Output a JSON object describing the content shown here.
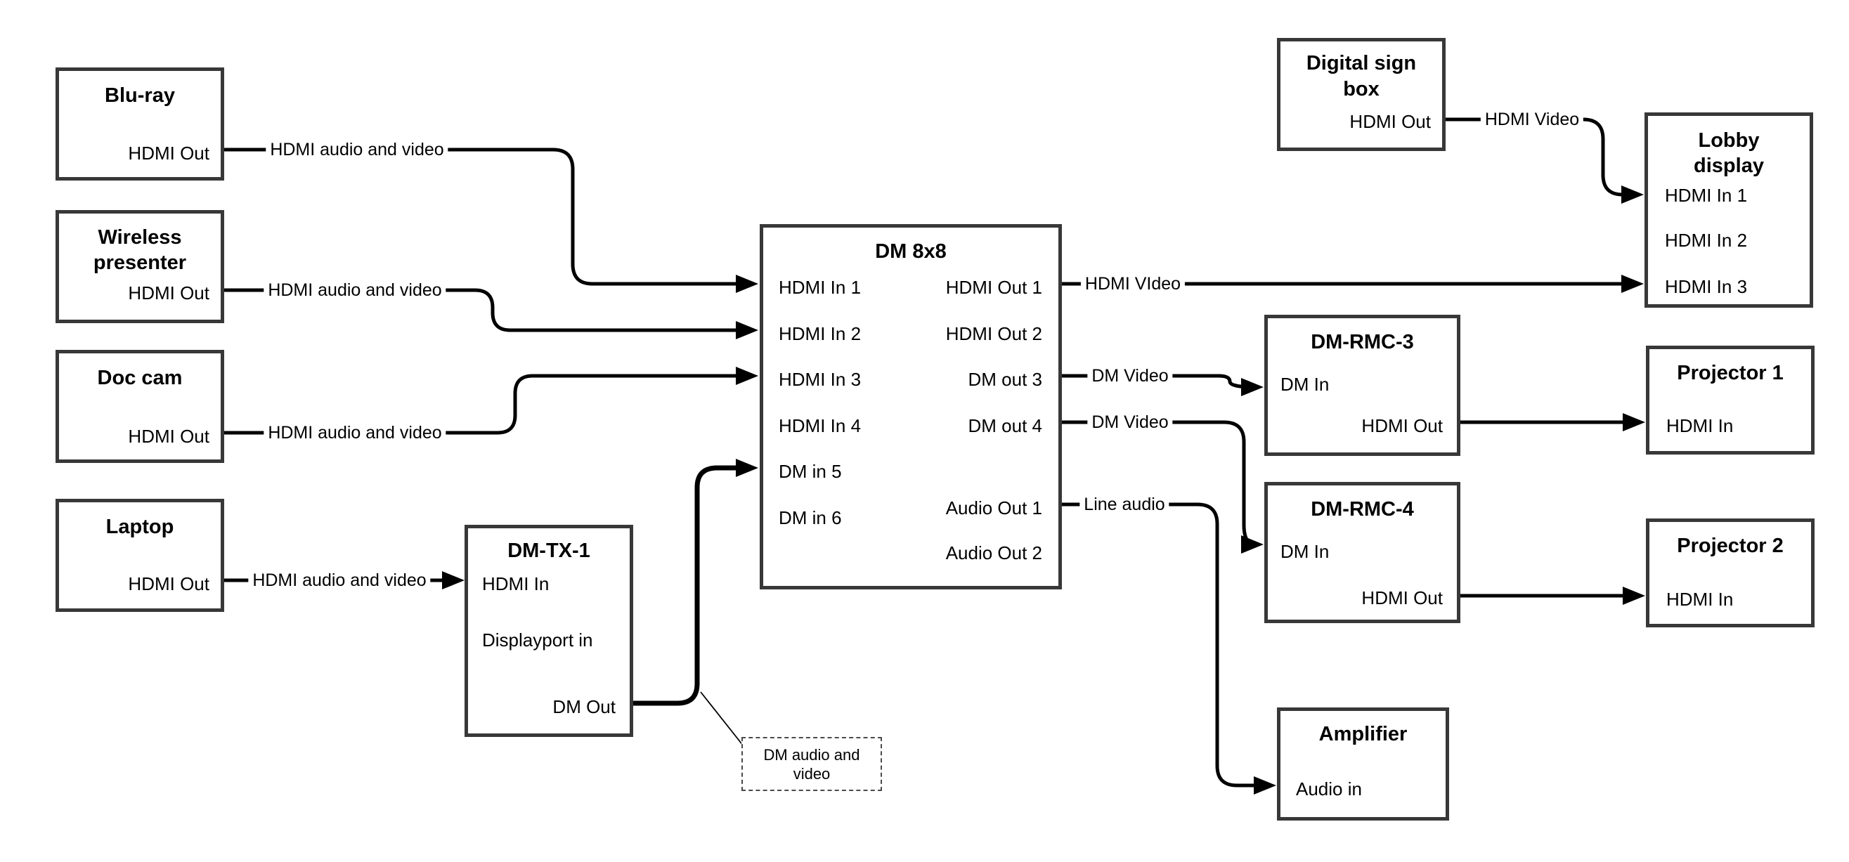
{
  "devices": {
    "bluray": {
      "title": "Blu-ray",
      "hdmi_out": "HDMI Out"
    },
    "wireless": {
      "title1": "Wireless",
      "title2": "presenter",
      "hdmi_out": "HDMI Out"
    },
    "doccam": {
      "title": "Doc cam",
      "hdmi_out": "HDMI Out"
    },
    "laptop": {
      "title": "Laptop",
      "hdmi_out": "HDMI Out"
    },
    "dmtx1": {
      "title": "DM-TX-1",
      "hdmi_in": "HDMI In",
      "displayport_in": "Displayport in",
      "dm_out": "DM Out"
    },
    "dm8x8": {
      "title": "DM 8x8",
      "in1": "HDMI In 1",
      "in2": "HDMI In 2",
      "in3": "HDMI In 3",
      "in4": "HDMI In 4",
      "in5": "DM in 5",
      "in6": "DM in 6",
      "out1": "HDMI Out 1",
      "out2": "HDMI Out 2",
      "out3": "DM out 3",
      "out4": "DM out 4",
      "aout1": "Audio Out 1",
      "aout2": "Audio Out 2"
    },
    "digital_sign": {
      "title1": "Digital sign",
      "title2": "box",
      "hdmi_out": "HDMI Out"
    },
    "lobby": {
      "title1": "Lobby",
      "title2": "display",
      "in1": "HDMI In 1",
      "in2": "HDMI In 2",
      "in3": "HDMI In 3"
    },
    "dmrmc3": {
      "title": "DM-RMC-3",
      "dm_in": "DM In",
      "hdmi_out": "HDMI Out"
    },
    "proj1": {
      "title": "Projector 1",
      "hdmi_in": "HDMI In"
    },
    "dmrmc4": {
      "title": "DM-RMC-4",
      "dm_in": "DM In",
      "hdmi_out": "HDMI Out"
    },
    "proj2": {
      "title": "Projector 2",
      "hdmi_in": "HDMI In"
    },
    "amplifier": {
      "title": "Amplifier",
      "audio_in": "Audio in"
    }
  },
  "connections": {
    "bluray_label": "HDMI audio and video",
    "wireless_label": "HDMI audio and video",
    "doccam_label": "HDMI audio and video",
    "laptop_label": "HDMI audio and video",
    "hdmi_out1_label": "HDMI VIdeo",
    "dm_out3_label": "DM Video",
    "dm_out4_label": "DM Video",
    "audio_out1_label": "Line audio",
    "digital_sign_label": "HDMI Video"
  },
  "note": {
    "line1": "DM audio and",
    "line2": "video"
  },
  "colors": {
    "line": "#000000",
    "box_border": "#383838",
    "background": "#ffffff",
    "text": "#000000"
  }
}
